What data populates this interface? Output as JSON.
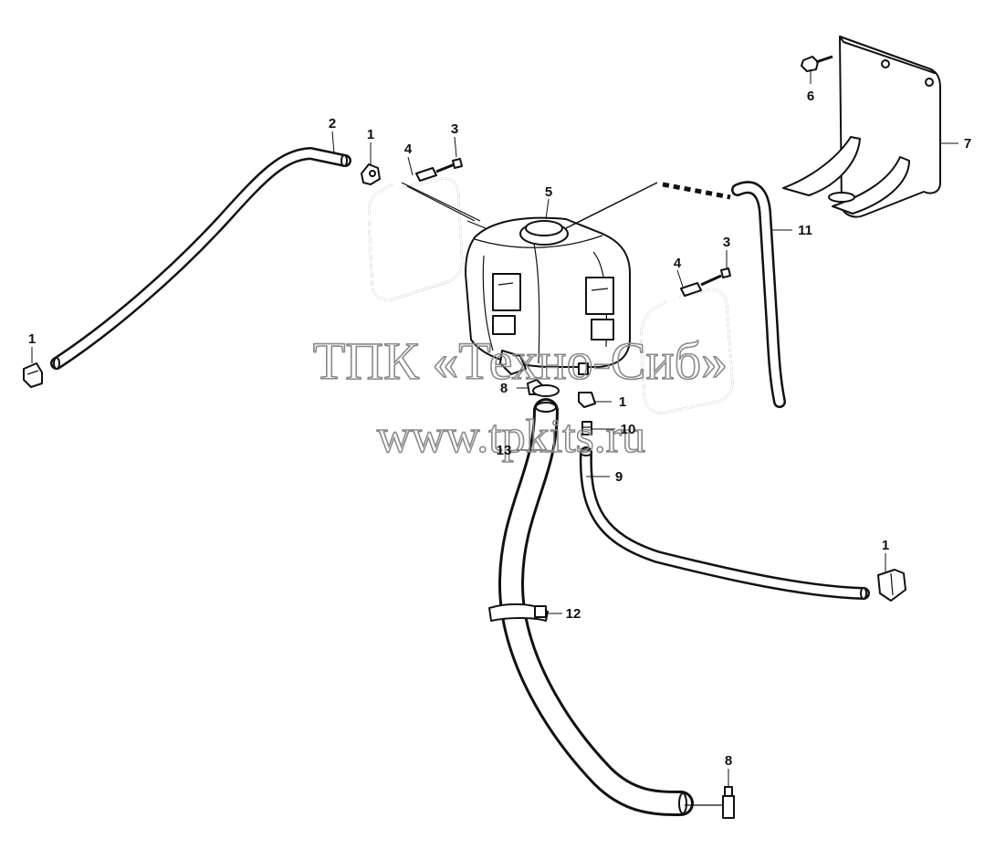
{
  "watermark": {
    "line1": "ТПК «Техно-Сиб»",
    "line2": "www.tpkits.ru"
  },
  "callouts": [
    {
      "id": "c1a",
      "text": "1"
    },
    {
      "id": "c2",
      "text": "2"
    },
    {
      "id": "c1b",
      "text": "1"
    },
    {
      "id": "c4a",
      "text": "4"
    },
    {
      "id": "c3a",
      "text": "3"
    },
    {
      "id": "c5",
      "text": "5"
    },
    {
      "id": "c6",
      "text": "6"
    },
    {
      "id": "c7",
      "text": "7"
    },
    {
      "id": "c11",
      "text": "11"
    },
    {
      "id": "c3b",
      "text": "3"
    },
    {
      "id": "c4b",
      "text": "4"
    },
    {
      "id": "c8a",
      "text": "8"
    },
    {
      "id": "c1c",
      "text": "1"
    },
    {
      "id": "c10",
      "text": "10"
    },
    {
      "id": "c13",
      "text": "13"
    },
    {
      "id": "c9",
      "text": "9"
    },
    {
      "id": "c1d",
      "text": "1"
    },
    {
      "id": "c12",
      "text": "12"
    },
    {
      "id": "c8b",
      "text": "8"
    }
  ],
  "colors": {
    "line": "#111111",
    "background": "#ffffff",
    "watermark": "#8a8a8a"
  }
}
